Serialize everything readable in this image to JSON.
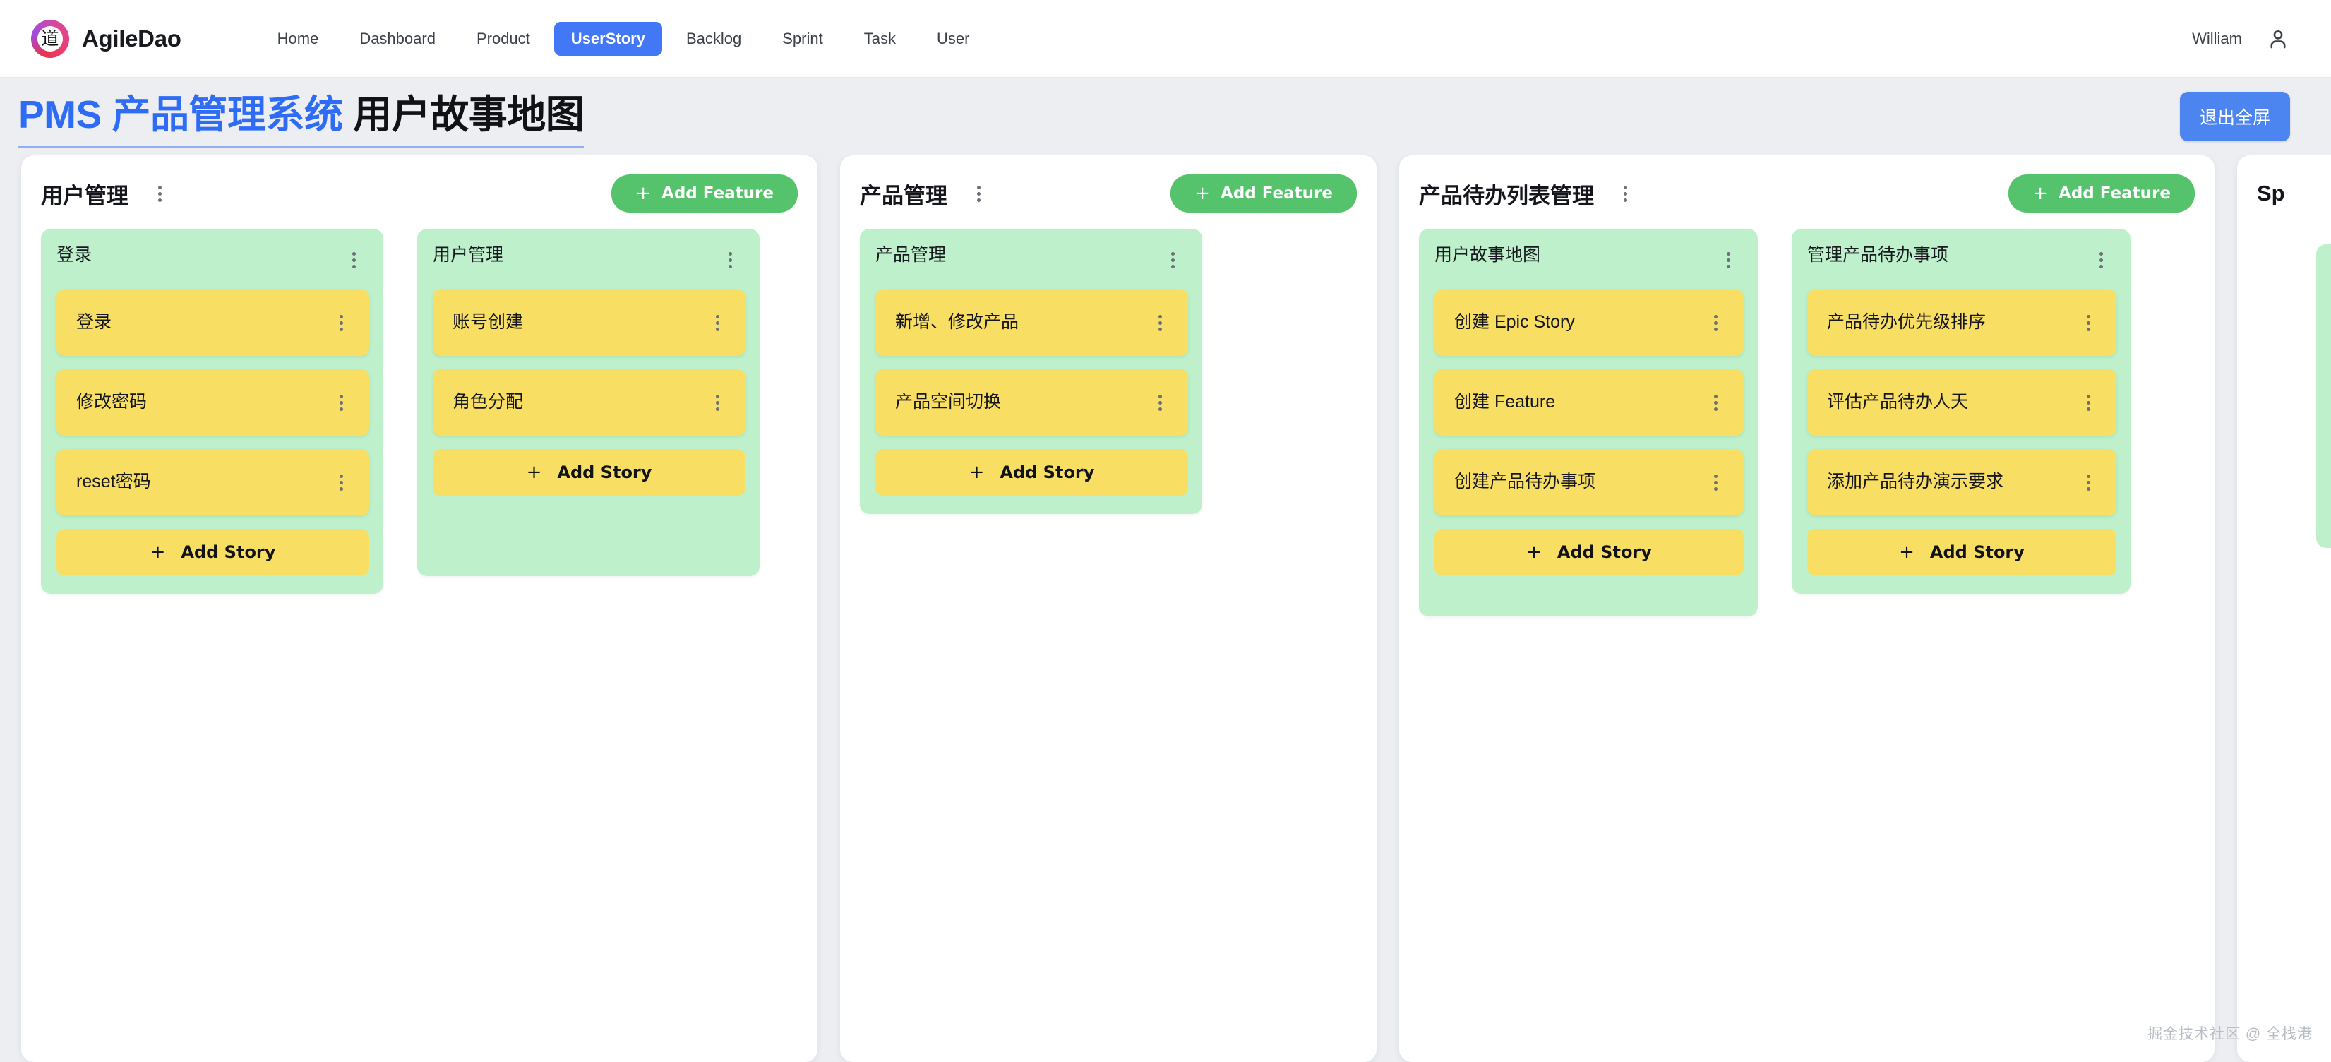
{
  "nav": {
    "logo_char": "道",
    "brand": "AgileDao",
    "links": [
      {
        "label": "Home",
        "active": false
      },
      {
        "label": "Dashboard",
        "active": false
      },
      {
        "label": "Product",
        "active": false
      },
      {
        "label": "UserStory",
        "active": true
      },
      {
        "label": "Backlog",
        "active": false
      },
      {
        "label": "Sprint",
        "active": false
      },
      {
        "label": "Task",
        "active": false
      },
      {
        "label": "User",
        "active": false
      }
    ],
    "user_name": "William",
    "user_icon": "person-icon"
  },
  "header": {
    "title_highlight": "PMS 产品管理系统",
    "title_rest": " 用户故事地图",
    "exit_fullscreen_label": "退出全屏"
  },
  "labels": {
    "add_feature": "Add Feature",
    "add_story": "Add Story",
    "plus": "+",
    "kebab": "more-options-icon"
  },
  "colors": {
    "accent_blue": "#4277f5",
    "button_blue": "#4c84f0",
    "feature_green": "#bdf0cb",
    "add_feature_green": "#54c36b",
    "story_yellow": "#f8de63",
    "page_bg": "#eceef1",
    "card_bg": "#ffffff"
  },
  "board": {
    "epics": [
      {
        "title": "用户管理",
        "features": [
          {
            "title": "登录",
            "stories": [
              "登录",
              "修改密码",
              "reset密码"
            ]
          },
          {
            "title": "用户管理",
            "stories": [
              "账号创建",
              "角色分配"
            ]
          }
        ]
      },
      {
        "title": "产品管理",
        "features": [
          {
            "title": "产品管理",
            "stories": [
              "新增、修改产品",
              "产品空间切换"
            ]
          }
        ]
      },
      {
        "title": "产品待办列表管理",
        "features": [
          {
            "title": "用户故事地图",
            "stories": [
              "创建 Epic Story",
              "创建 Feature",
              "创建产品待办事项"
            ]
          },
          {
            "title": "管理产品待办事项",
            "stories": [
              "产品待办优先级排序",
              "评估产品待办人天",
              "添加产品待办演示要求"
            ]
          }
        ]
      },
      {
        "title": "Sp",
        "truncated": true,
        "features": []
      }
    ]
  },
  "footer": {
    "watermark": "掘金技术社区 @ 全栈港"
  }
}
